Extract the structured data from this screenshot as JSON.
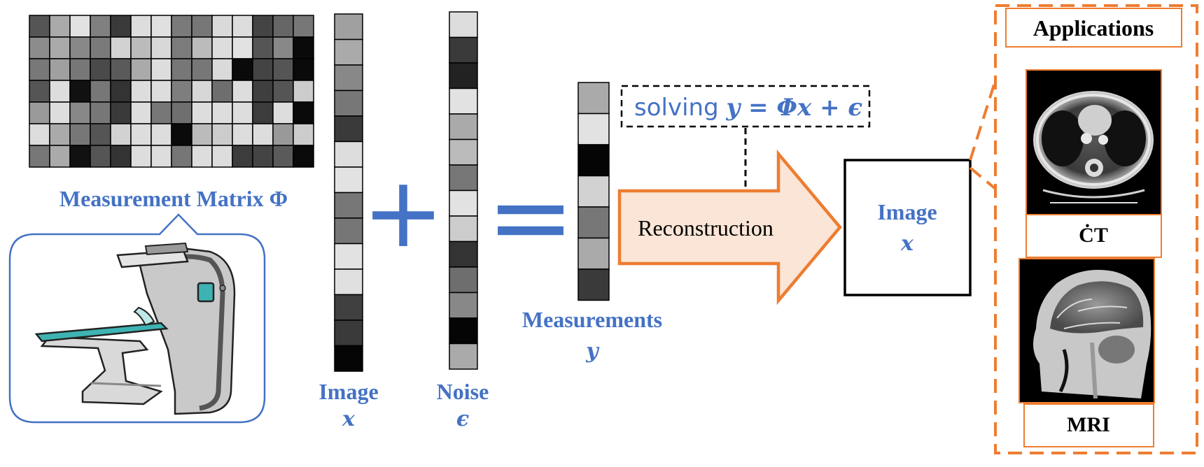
{
  "matrix": {
    "label": "Measurement Matrix Φ",
    "grid": [
      [
        "#555555",
        "#AAAAAA",
        "#E2E2E2",
        "#808080",
        "#3A3A3A",
        "#DDDDDD",
        "#E0E0E0",
        "#7A7A7A",
        "#777777",
        "#DADADA",
        "#DDDDDD",
        "#444444",
        "#666666",
        "#777777"
      ],
      [
        "#8C8C8C",
        "#AAAAAA",
        "#888888",
        "#7A7A7A",
        "#D2D2D2",
        "#BBBBBB",
        "#D8D8D8",
        "#7B7B7B",
        "#BBBBBB",
        "#DDDDDD",
        "#E2E2E2",
        "#555555",
        "#888888",
        "#0A0A0A"
      ],
      [
        "#787878",
        "#A0A0A0",
        "#777777",
        "#4A4A4A",
        "#5A5A5A",
        "#AAAAAA",
        "#DDDDDD",
        "#777777",
        "#777777",
        "#DADADA",
        "#0A0A0A",
        "#444444",
        "#555555",
        "#0A0A0A"
      ],
      [
        "#555555",
        "#DDDDDD",
        "#111111",
        "#777777",
        "#333333",
        "#DDDDDD",
        "#DDDDDD",
        "#7E7E7E",
        "#D7D7D7",
        "#6E6E6E",
        "#DDDDDD",
        "#3F3F3F",
        "#555555",
        "#CCCCCC"
      ],
      [
        "#9A9A9A",
        "#DDDDDD",
        "#888888",
        "#777777",
        "#3A3A3A",
        "#DDDDDD",
        "#777777",
        "#6F6F6F",
        "#DDDDDD",
        "#DDDDDD",
        "#DDDDDD",
        "#3C3C3C",
        "#DDDDDD",
        "#0A0A0A"
      ],
      [
        "#DDDDDD",
        "#AAAAAA",
        "#777777",
        "#555555",
        "#D2D2D2",
        "#DDDDDD",
        "#DDDDDD",
        "#0A0A0A",
        "#BBBBBB",
        "#CCCCCC",
        "#DDDDDD",
        "#DDDDDD",
        "#999999",
        "#CCCCCC"
      ],
      [
        "#777777",
        "#AAAAAA",
        "#111111",
        "#555555",
        "#333333",
        "#DDDDDD",
        "#DDDDDD",
        "#767676",
        "#DDDDDD",
        "#DDDDDD",
        "#3C3C3C",
        "#444444",
        "#5A5A5A",
        "#0A0A0A"
      ]
    ]
  },
  "image_vector": {
    "label": "Image",
    "symbol": "x",
    "cells": [
      "#A0A0A0",
      "#AAAAAA",
      "#888888",
      "#777777",
      "#3A3A3A",
      "#DDDDDD",
      "#E2E2E2",
      "#777777",
      "#767676",
      "#E2E2E2",
      "#E0E0E0",
      "#404040",
      "#3A3A3A",
      "#050505"
    ]
  },
  "plus_sign": "+",
  "noise_vector": {
    "label": "Noise",
    "symbol": "ϵ",
    "cells": [
      "#DDDDDD",
      "#3A3A3A",
      "#222222",
      "#E2E2E2",
      "#AAAAAA",
      "#BBBBBB",
      "#777777",
      "#E2E2E2",
      "#CCCCCC",
      "#333333",
      "#6E6E6E",
      "#888888",
      "#050505",
      "#AAAAAA"
    ]
  },
  "equals_sign": "=",
  "measurement_vector": {
    "label": "Measurements",
    "symbol": "y",
    "cells": [
      "#AAAAAA",
      "#E2E2E2",
      "#050505",
      "#D2D2D2",
      "#777777",
      "#AAAAAA",
      "#3A3A3A"
    ]
  },
  "solve_box": {
    "text": "solving ",
    "equation": "y = Φx + ϵ"
  },
  "reconstruction": {
    "label": "Reconstruction"
  },
  "output": {
    "label": "Image",
    "symbol": "x"
  },
  "applications": {
    "title": "Applications",
    "items": [
      {
        "label": "ĊT",
        "icon": "ct-scan-image"
      },
      {
        "label": "MRI",
        "icon": "mri-head-scan-image"
      }
    ]
  },
  "colors": {
    "blue": "#4472C4",
    "orange": "#ED7D31",
    "arrow_fill": "#FBE5D6",
    "teal": "#3FB3B3"
  }
}
